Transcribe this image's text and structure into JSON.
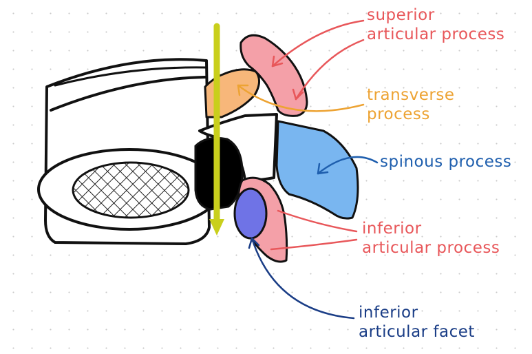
{
  "colors": {
    "superior": "#e8575a",
    "transverse": "#eda333",
    "spinous": "#1f5fae",
    "inferior_process": "#e8575a",
    "inferior_facet": "#1a3d86",
    "arrow": "#c9cf1c"
  },
  "labels": {
    "superior": [
      "superior",
      "articular process"
    ],
    "transverse": [
      "transverse",
      "process"
    ],
    "spinous": [
      "spinous process"
    ],
    "inferior_process": [
      "inferior",
      "articular process"
    ],
    "inferior_facet": [
      "inferior",
      "articular facet"
    ]
  }
}
